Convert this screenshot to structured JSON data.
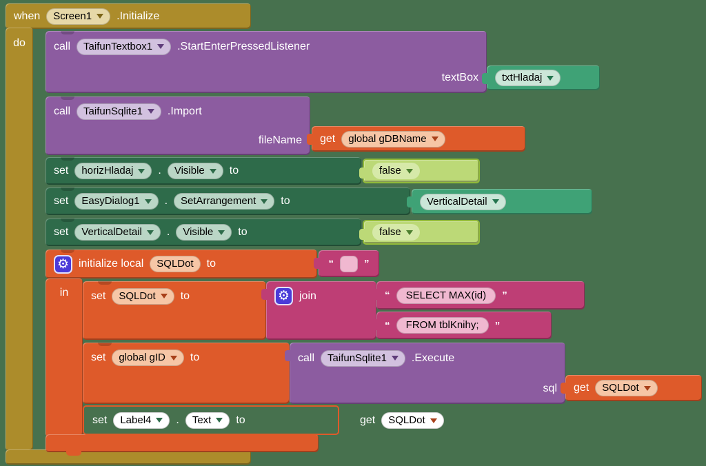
{
  "colors": {
    "canvas_background": "#47714E",
    "event_gold": "#AC8C2B",
    "call_purple": "#8C5CA0",
    "component_teal": "#3FA276",
    "variable_orange": "#DE5A2A",
    "setter_green": "#2E6B4A",
    "logic_light_green": "#BCD977",
    "text_magenta": "#BE3E75",
    "mutator_blue": "#4A3BD8"
  },
  "keywords": {
    "when": "when",
    "do": "do",
    "in": "in",
    "call": "call",
    "set": "set",
    "to": "to",
    "get": "get",
    "dot": ".",
    "open_quote": "“",
    "close_quote": "”",
    "gear_icon": "⚙"
  },
  "when_event": {
    "component": "Screen1",
    "event": ".Initialize"
  },
  "call_textbox": {
    "component": "TaifunTextbox1",
    "method": ".StartEnterPressedListener",
    "param": "textBox",
    "arg_component": "txtHladaj"
  },
  "call_import": {
    "component": "TaifunSqlite1",
    "method": ".Import",
    "param": "fileName",
    "arg_variable": "global gDBName"
  },
  "set_horiz": {
    "component": "horizHladaj",
    "property": "Visible",
    "value": "false"
  },
  "set_easy": {
    "component": "EasyDialog1",
    "property": "SetArrangement",
    "value": "VerticalDetail"
  },
  "set_vertical": {
    "component": "VerticalDetail",
    "property": "Visible",
    "value": "false"
  },
  "init_local": {
    "label": "initialize local",
    "name": "SQLDot"
  },
  "set_sqldot": {
    "variable": "SQLDot",
    "join": "join",
    "text1": " SELECT MAX(id) ",
    "text2": " FROM tblKnihy; "
  },
  "set_gid": {
    "variable": "global gID"
  },
  "call_execute": {
    "component": "TaifunSqlite1",
    "method": ".Execute",
    "param": "sql",
    "arg_variable": "SQLDot"
  },
  "set_label4": {
    "component": "Label4",
    "property": "Text",
    "arg_variable": "SQLDot"
  }
}
